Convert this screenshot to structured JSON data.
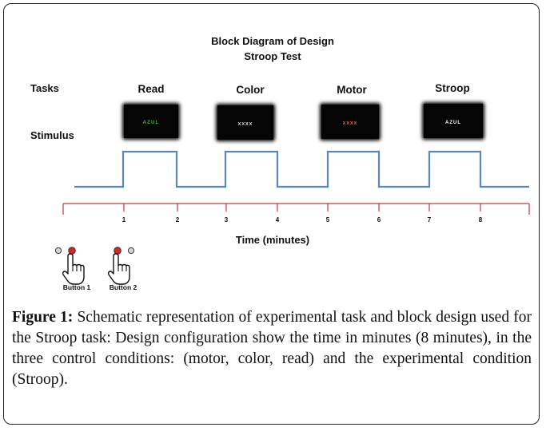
{
  "title_line1": "Block Diagram of Design",
  "title_line2": "Stroop Test",
  "row_labels": {
    "tasks": "Tasks",
    "stimulus": "Stimulus"
  },
  "blocks": [
    {
      "task": "Read",
      "stimulus": "AZUL",
      "stimulus_color": "#39c23a"
    },
    {
      "task": "Color",
      "stimulus": "XXXX",
      "stimulus_color": "#e6e6e6"
    },
    {
      "task": "Motor",
      "stimulus": "XXXX",
      "stimulus_color": "#ff6a1a"
    },
    {
      "task": "Stroop",
      "stimulus": "AZUL",
      "stimulus_color": "#ffffff"
    }
  ],
  "timeline": {
    "ticks": [
      "1",
      "2",
      "3",
      "4",
      "5",
      "6",
      "7",
      "8"
    ],
    "axis_label": "Time (minutes)",
    "line_color": "#c0393b",
    "signal_color": "#5b86b8"
  },
  "buttons": [
    {
      "label": "Button 1"
    },
    {
      "label": "Button 2"
    }
  ],
  "caption": {
    "label": "Figure 1:",
    "text": " Schematic representation of experimental task and block design used for the Stroop task: Design configuration show the time in minutes (8 minutes), in the three control conditions: (motor, color, read) and the experimental condition (Stroop)."
  }
}
